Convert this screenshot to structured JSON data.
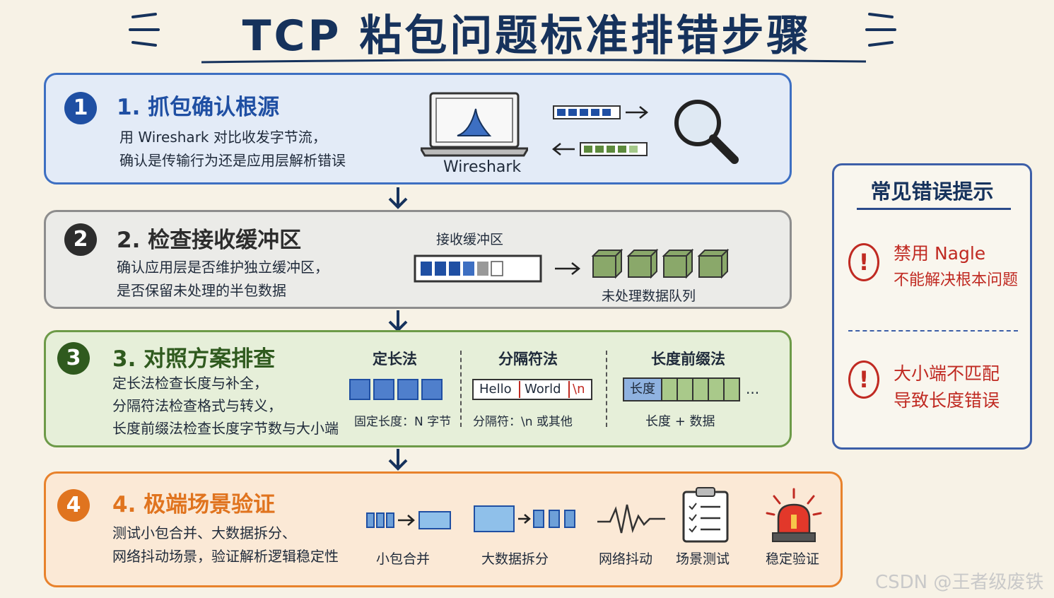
{
  "title": "TCP 粘包问题标准排错步骤",
  "steps": [
    {
      "number": "1",
      "title": "1. 抓包确认根源",
      "desc_lines": [
        "用 Wireshark 对比收发字节流，",
        "确认是传输行为还是应用层解析错误"
      ],
      "labels": {
        "wireshark": "Wireshark"
      },
      "color": "#1f4fa3"
    },
    {
      "number": "2",
      "title": "2. 检查接收缓冲区",
      "desc_lines": [
        "确认应用层是否维护独立缓冲区，",
        "是否保留未处理的半包数据"
      ],
      "labels": {
        "buffer": "接收缓冲区",
        "queue": "未处理数据队列"
      },
      "color": "#2d2d2d"
    },
    {
      "number": "3",
      "title": "3. 对照方案排查",
      "desc_lines": [
        "定长法检查长度与补全，",
        "分隔符法检查格式与转义，",
        "长度前缀法检查长度字节数与大小端"
      ],
      "labels": {
        "fixed_title": "定长法",
        "fixed_caption": "固定长度：N 字节",
        "delim_title": "分隔符法",
        "delim_hello": "Hello",
        "delim_world": "World",
        "delim_n": "\\n",
        "delim_caption": "分隔符：\\n 或其他",
        "prefix_title": "长度前缀法",
        "prefix_len": "长度",
        "prefix_dots": "...",
        "prefix_caption": "长度 + 数据"
      },
      "color": "#2f5a1e"
    },
    {
      "number": "4",
      "title": "4. 极端场景验证",
      "desc_lines": [
        "测试小包合并、大数据拆分、",
        "网络抖动场景，验证解析逻辑稳定性"
      ],
      "labels": {
        "merge": "小包合并",
        "split": "大数据拆分",
        "jitter": "网络抖动",
        "scene": "场景测试",
        "verify": "稳定验证"
      },
      "color": "#e0741f"
    }
  ],
  "sidebar": {
    "title": "常见错误提示",
    "tips": [
      {
        "line1": "禁用 Nagle",
        "line2": "不能解决根本问题"
      },
      {
        "line1": "大小端不匹配",
        "line2": "导致长度错误"
      }
    ]
  },
  "watermark": "CSDN @王者级废铁",
  "colors": {
    "blue": "#3d6fc2",
    "gray": "#8d8d8d",
    "green": "#6d9a48",
    "orange": "#e8822c",
    "red": "#c02a22"
  }
}
